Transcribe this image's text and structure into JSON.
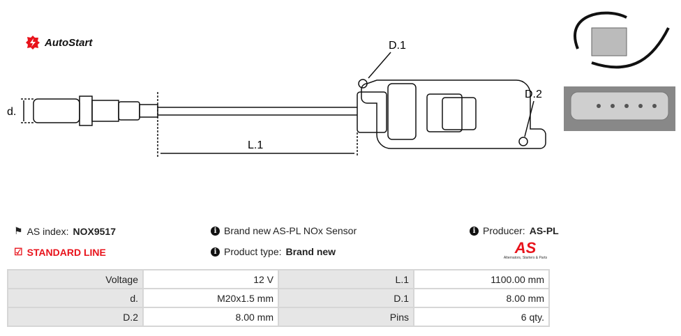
{
  "logo": {
    "text": "AutoStart"
  },
  "diagram": {
    "labels": {
      "d": "d.",
      "l1": "L.1",
      "d1": "D.1",
      "d2": "D.2"
    }
  },
  "info": {
    "as_index_label": "AS index:",
    "as_index_value": "NOX9517",
    "line": "STANDARD LINE",
    "description": "Brand new AS-PL NOx Sensor",
    "product_type_label": "Product type:",
    "product_type_value": "Brand new",
    "producer_label": "Producer:",
    "producer_value": "AS-PL",
    "brand_logo": "AS",
    "brand_tagline": "Alternators, Starters & Parts"
  },
  "specs": [
    {
      "l1": "Voltage",
      "v1": "12 V",
      "l2": "L.1",
      "v2": "1100.00 mm"
    },
    {
      "l1": "d.",
      "v1": "M20x1.5 mm",
      "l2": "D.1",
      "v2": "8.00 mm"
    },
    {
      "l1": "D.2",
      "v1": "8.00 mm",
      "l2": "Pins",
      "v2": "6 qty."
    }
  ],
  "colors": {
    "accent": "#e8131b"
  }
}
